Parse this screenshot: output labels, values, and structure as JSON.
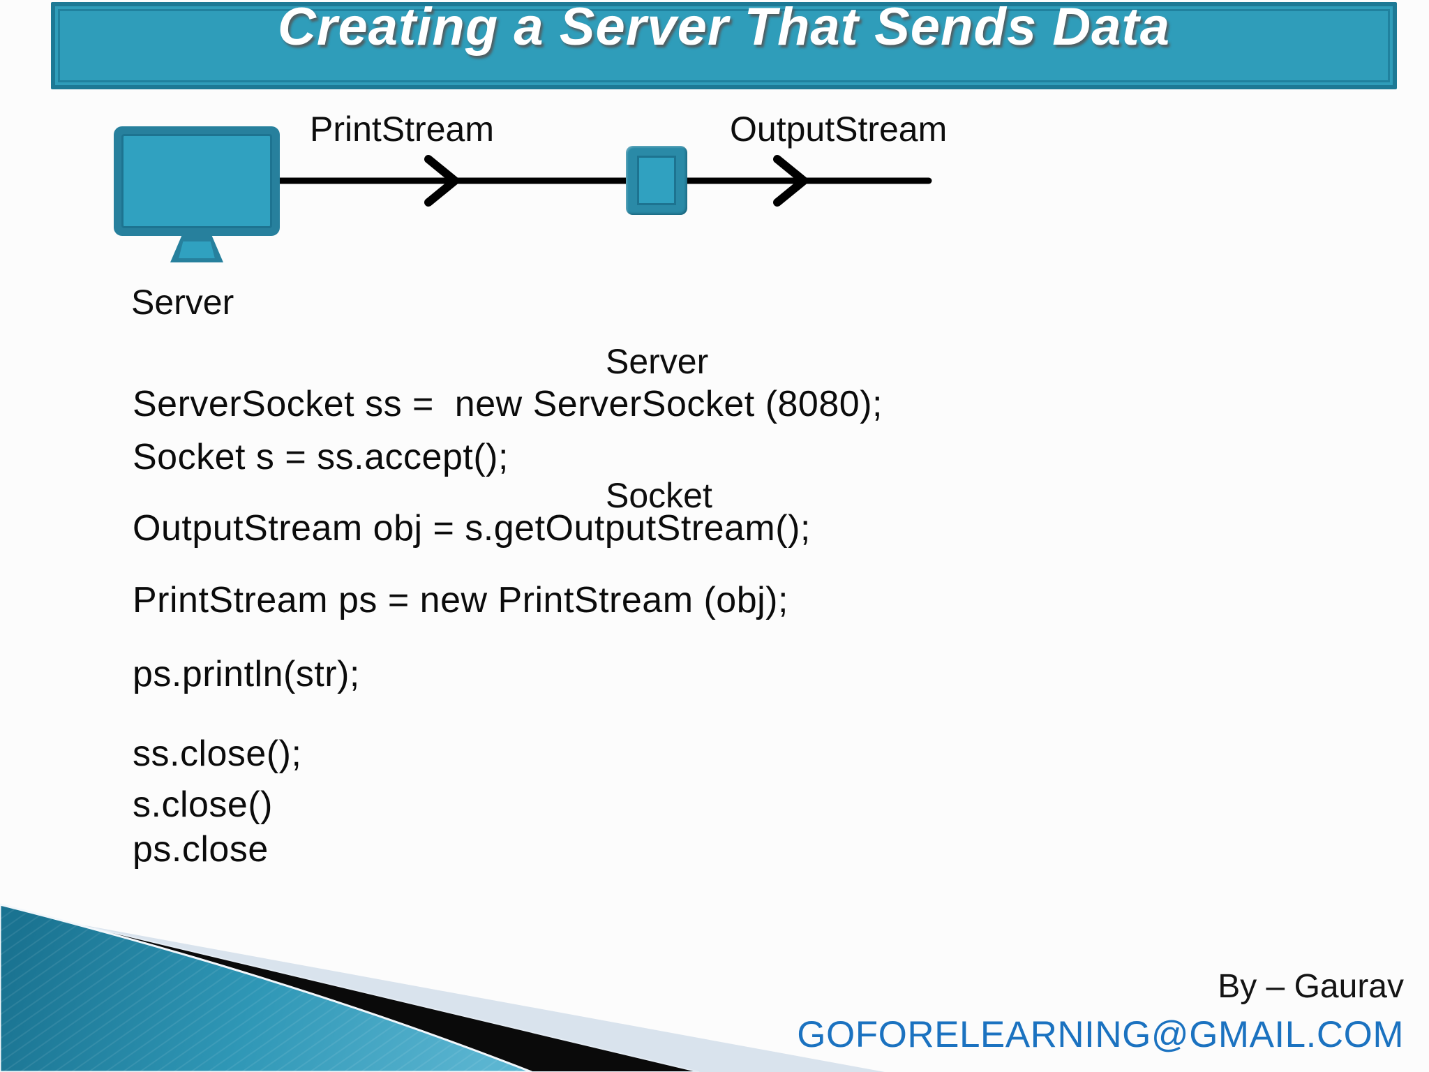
{
  "slide": {
    "title": "Creating a Server That Sends Data"
  },
  "diagram": {
    "server_label": "Server",
    "socket_label_line1": "Server",
    "socket_label_line2": "Socket",
    "printstream_label": "PrintStream",
    "outputstream_label": "OutputStream"
  },
  "code_lines": [
    "ServerSocket ss =  new ServerSocket (8080);",
    "Socket s = ss.accept();",
    "OutputStream obj = s.getOutputStream();",
    "PrintStream ps = new PrintStream (obj);",
    "ps.println(str);",
    "ss.close();",
    "s.close()",
    "ps.close"
  ],
  "footer": {
    "byline": "By – Gaurav",
    "email": "GOFORELEARNING@GMAIL.COM"
  },
  "colors": {
    "title_bar_fill": "#2f9dba",
    "title_bar_border": "#1d7995",
    "icon_screen_fill": "#30a1c0",
    "icon_frame": "#27809d",
    "email_blue": "#1b72c0",
    "swoosh_pale_blue": "#d9e3ed",
    "swoosh_black": "#0a0a0a",
    "arrow_black": "#000000"
  }
}
